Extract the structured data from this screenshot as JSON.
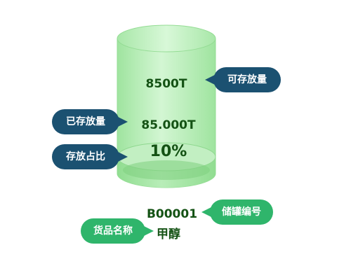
{
  "tank": {
    "capacity": "8500T",
    "stored": "85.000T",
    "ratio": "10%",
    "fill_fraction": 0.1,
    "tank_code": "B00001",
    "product_name": "甲醇"
  },
  "callouts": {
    "capacity_label": "可存放量",
    "stored_label": "已存放量",
    "ratio_label": "存放占比",
    "tank_code_label": "储罐编号",
    "product_name_label": "货品名称"
  },
  "colors": {
    "callout_dark": "#1b5171",
    "callout_green": "#2fb56b",
    "tank_body": "#a6e8a6",
    "tank_liquid": "#87d987",
    "value_text": "#145214"
  }
}
